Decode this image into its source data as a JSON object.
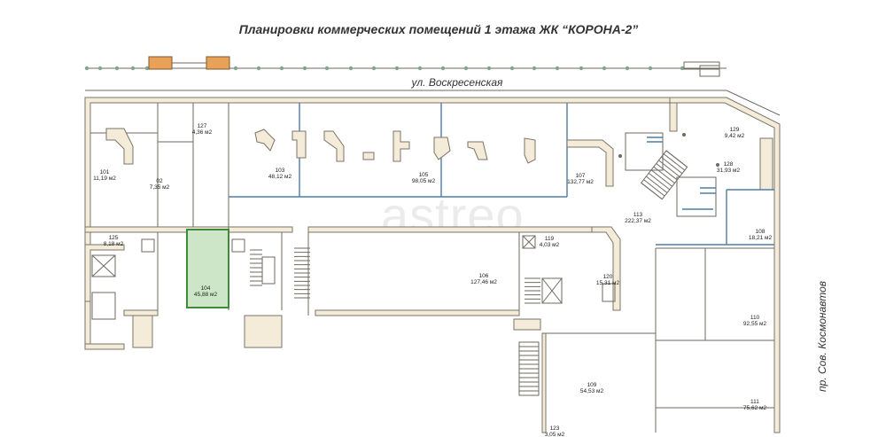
{
  "title": "Планировки коммерческих помещений 1 этажа  ЖК “КОРОНА-2”",
  "streets": {
    "top": "ул. Воскресенская",
    "right": "пр. Сов. Космонавтов"
  },
  "watermark": "astreo",
  "colors": {
    "highlight_fill": "#cde6c7",
    "highlight_stroke": "#3f8a3a",
    "wall_fill": "#f4ecd9",
    "blue_line": "#4d7ea6",
    "orange_window": "#e9a15a"
  },
  "rooms": [
    {
      "number": "101",
      "area": "11,19 м2"
    },
    {
      "number": "02",
      "area": "7,35 м2"
    },
    {
      "number": "127",
      "area": "4,36 м2"
    },
    {
      "number": "103",
      "area": "48,12 м2"
    },
    {
      "number": "105",
      "area": "98,05 м2"
    },
    {
      "number": "107",
      "area": "132,77 м2"
    },
    {
      "number": "129",
      "area": "9,42 м2"
    },
    {
      "number": "128",
      "area": "31,93 м2"
    },
    {
      "number": "113",
      "area": "222,37 м2"
    },
    {
      "number": "108",
      "area": "18,21 м2"
    },
    {
      "number": "125",
      "area": "8,18 м2"
    },
    {
      "number": "104",
      "area": "45,88 м2"
    },
    {
      "number": "106",
      "area": "127,46 м2"
    },
    {
      "number": "119",
      "area": "4,03 м2"
    },
    {
      "number": "120",
      "area": "15,31 м2"
    },
    {
      "number": "110",
      "area": "92,55 м2"
    },
    {
      "number": "109",
      "area": "54,53 м2"
    },
    {
      "number": "111",
      "area": "75,62 м2"
    },
    {
      "number": "123",
      "area": "3,05 м2"
    }
  ]
}
